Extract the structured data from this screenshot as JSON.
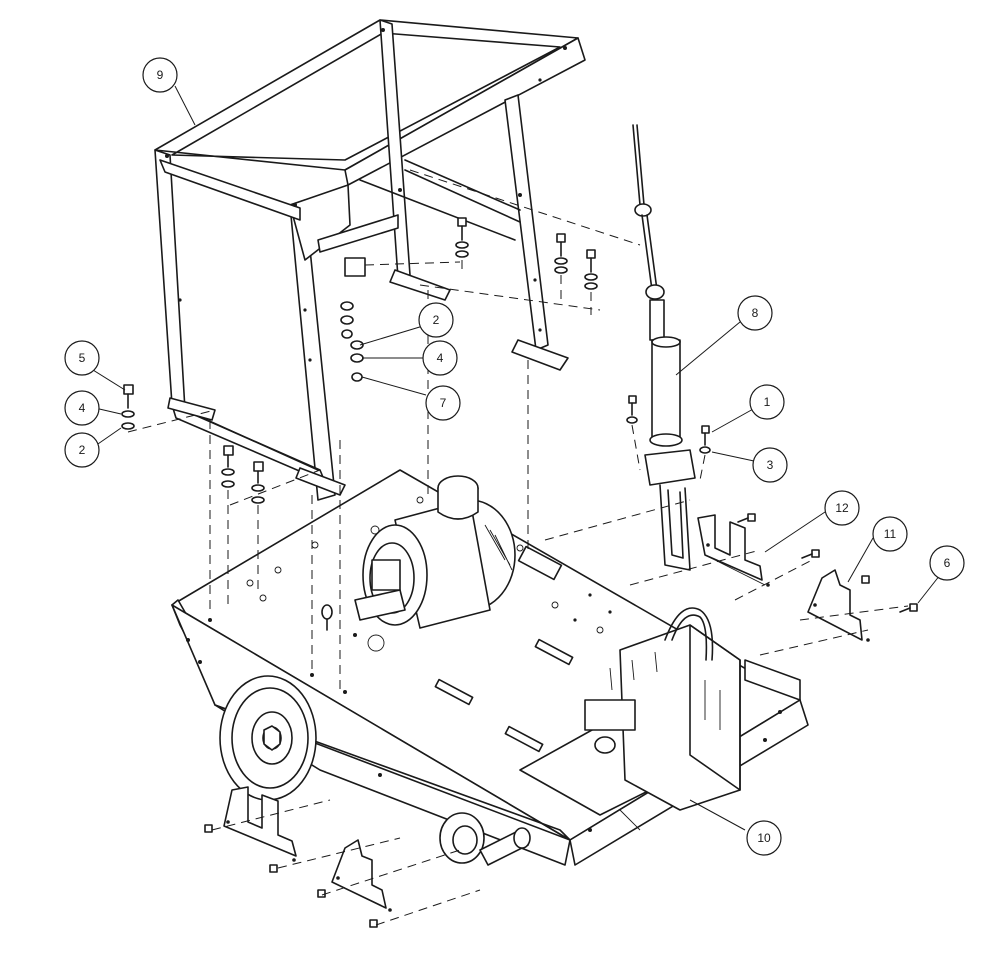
{
  "diagram": {
    "callouts": [
      {
        "label": "9"
      },
      {
        "label": "2"
      },
      {
        "label": "4"
      },
      {
        "label": "7"
      },
      {
        "label": "5"
      },
      {
        "label": "4"
      },
      {
        "label": "2"
      },
      {
        "label": "8"
      },
      {
        "label": "1"
      },
      {
        "label": "3"
      },
      {
        "label": "12"
      },
      {
        "label": "11"
      },
      {
        "label": "6"
      },
      {
        "label": "10"
      }
    ]
  }
}
